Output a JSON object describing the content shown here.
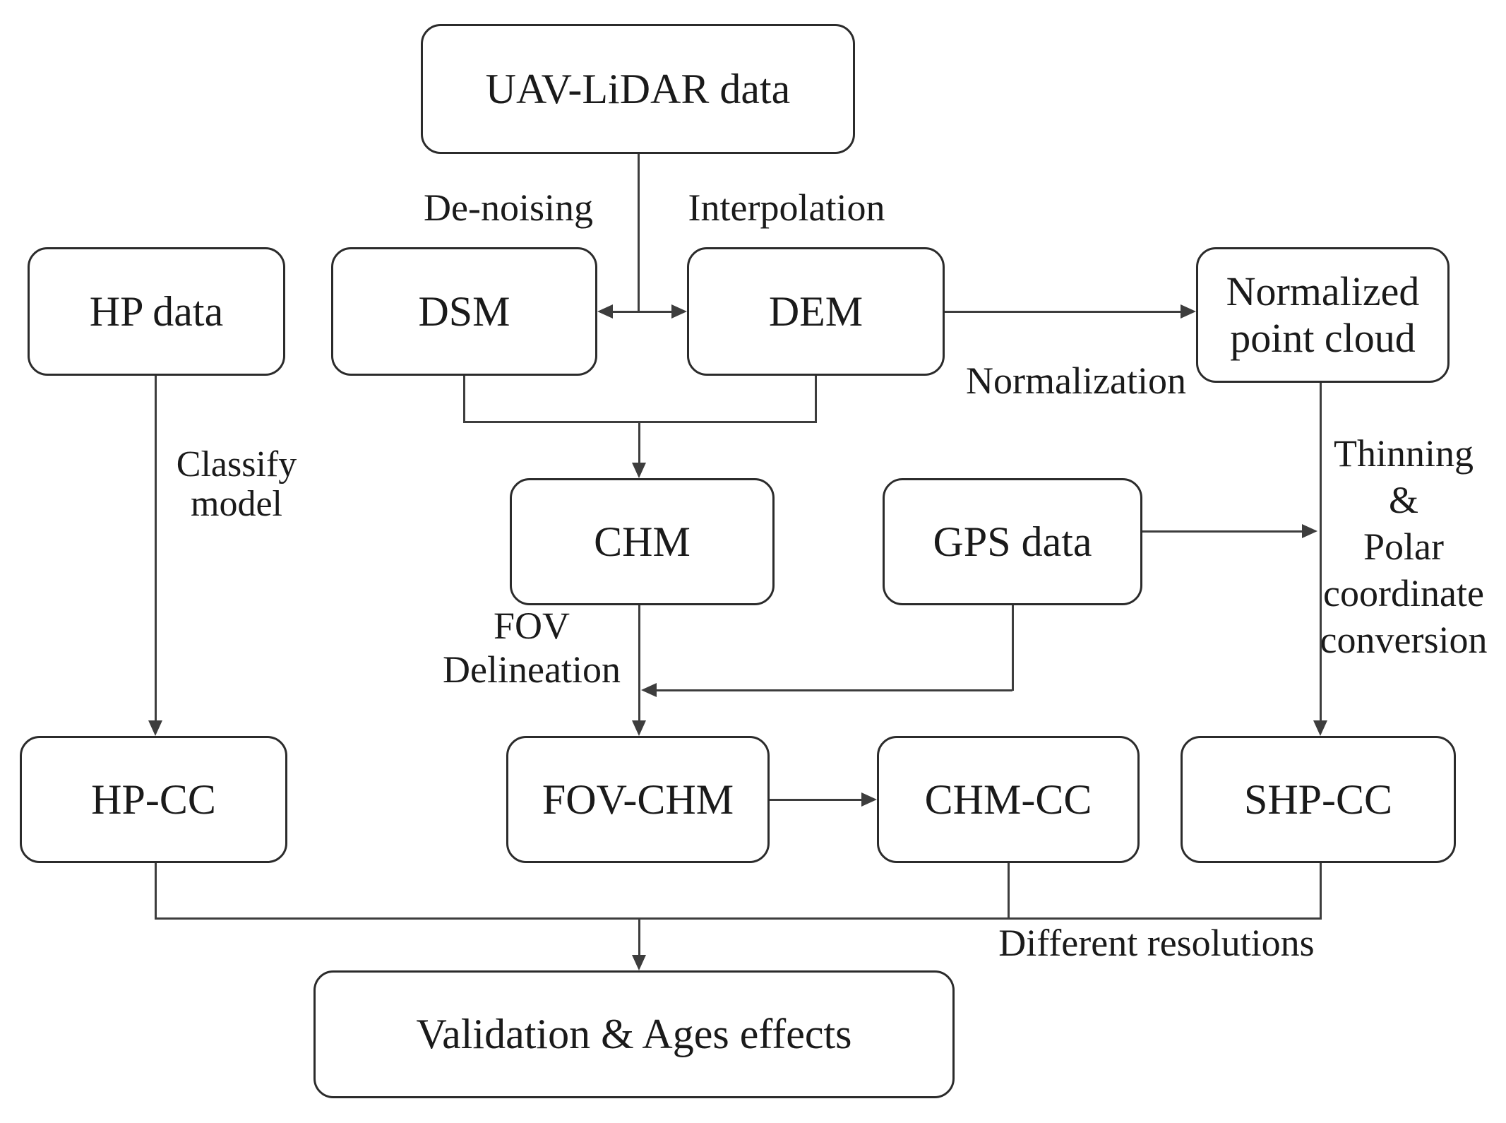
{
  "colors": {
    "background": "#ffffff",
    "ink": "#1a1a1a",
    "node_border": "#2b2b2b",
    "connector_line": "#3d3d3d"
  },
  "nodes": {
    "uav_lidar": {
      "label": "UAV-LiDAR data"
    },
    "hp_data": {
      "label": "HP data"
    },
    "dsm": {
      "label": "DSM"
    },
    "dem": {
      "label": "DEM"
    },
    "normalized_point_cloud": {
      "label": "Normalized point cloud"
    },
    "chm": {
      "label": "CHM"
    },
    "gps_data": {
      "label": "GPS data"
    },
    "hp_cc": {
      "label": "HP-CC"
    },
    "fov_chm": {
      "label": "FOV-CHM"
    },
    "chm_cc": {
      "label": "CHM-CC"
    },
    "shp_cc": {
      "label": "SHP-CC"
    },
    "validation": {
      "label": "Validation & Ages effects"
    }
  },
  "edge_labels": {
    "denoising": "De-noising",
    "interpolation": "Interpolation",
    "normalization": "Normalization",
    "classify_model": {
      "lines": [
        "Classify",
        "model"
      ]
    },
    "fov_delineation": {
      "lines": [
        "FOV",
        "Delineation"
      ]
    },
    "thinning_polar": {
      "lines": [
        "Thinning",
        "&",
        "Polar",
        "coordinate",
        "conversion"
      ]
    },
    "different_resolutions": "Different resolutions"
  }
}
